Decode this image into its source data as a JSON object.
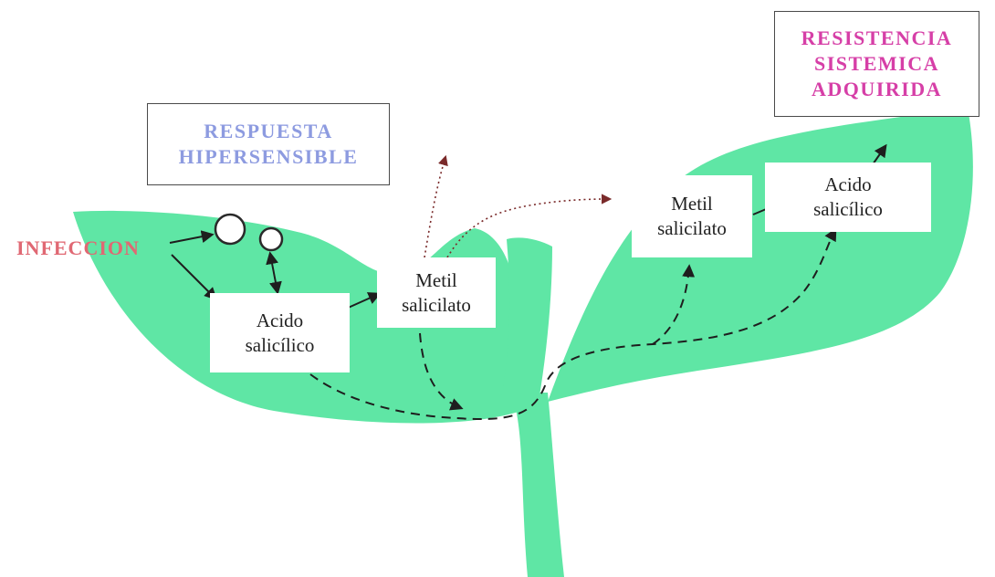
{
  "colors": {
    "leaf": "#5fe6a5",
    "arrow": "#1e1e1e",
    "infeccion": "#e06873",
    "respuesta": "#8d9be0",
    "resistencia": "#d63fa7"
  },
  "labels": {
    "infeccion": "INFECCION"
  },
  "boxes": {
    "respuesta": [
      "RESPUESTA",
      "HIPERSENSIBLE"
    ],
    "resistencia": [
      "RESISTENCIA",
      "SISTEMICA",
      "ADQUIRIDA"
    ],
    "acido_left": [
      "Acido",
      "salicílico"
    ],
    "metil_center": [
      "Metil",
      "salicilato"
    ],
    "metil_right": [
      "Metil",
      "salicilato"
    ],
    "acido_right": [
      "Acido",
      "salicílico"
    ]
  }
}
